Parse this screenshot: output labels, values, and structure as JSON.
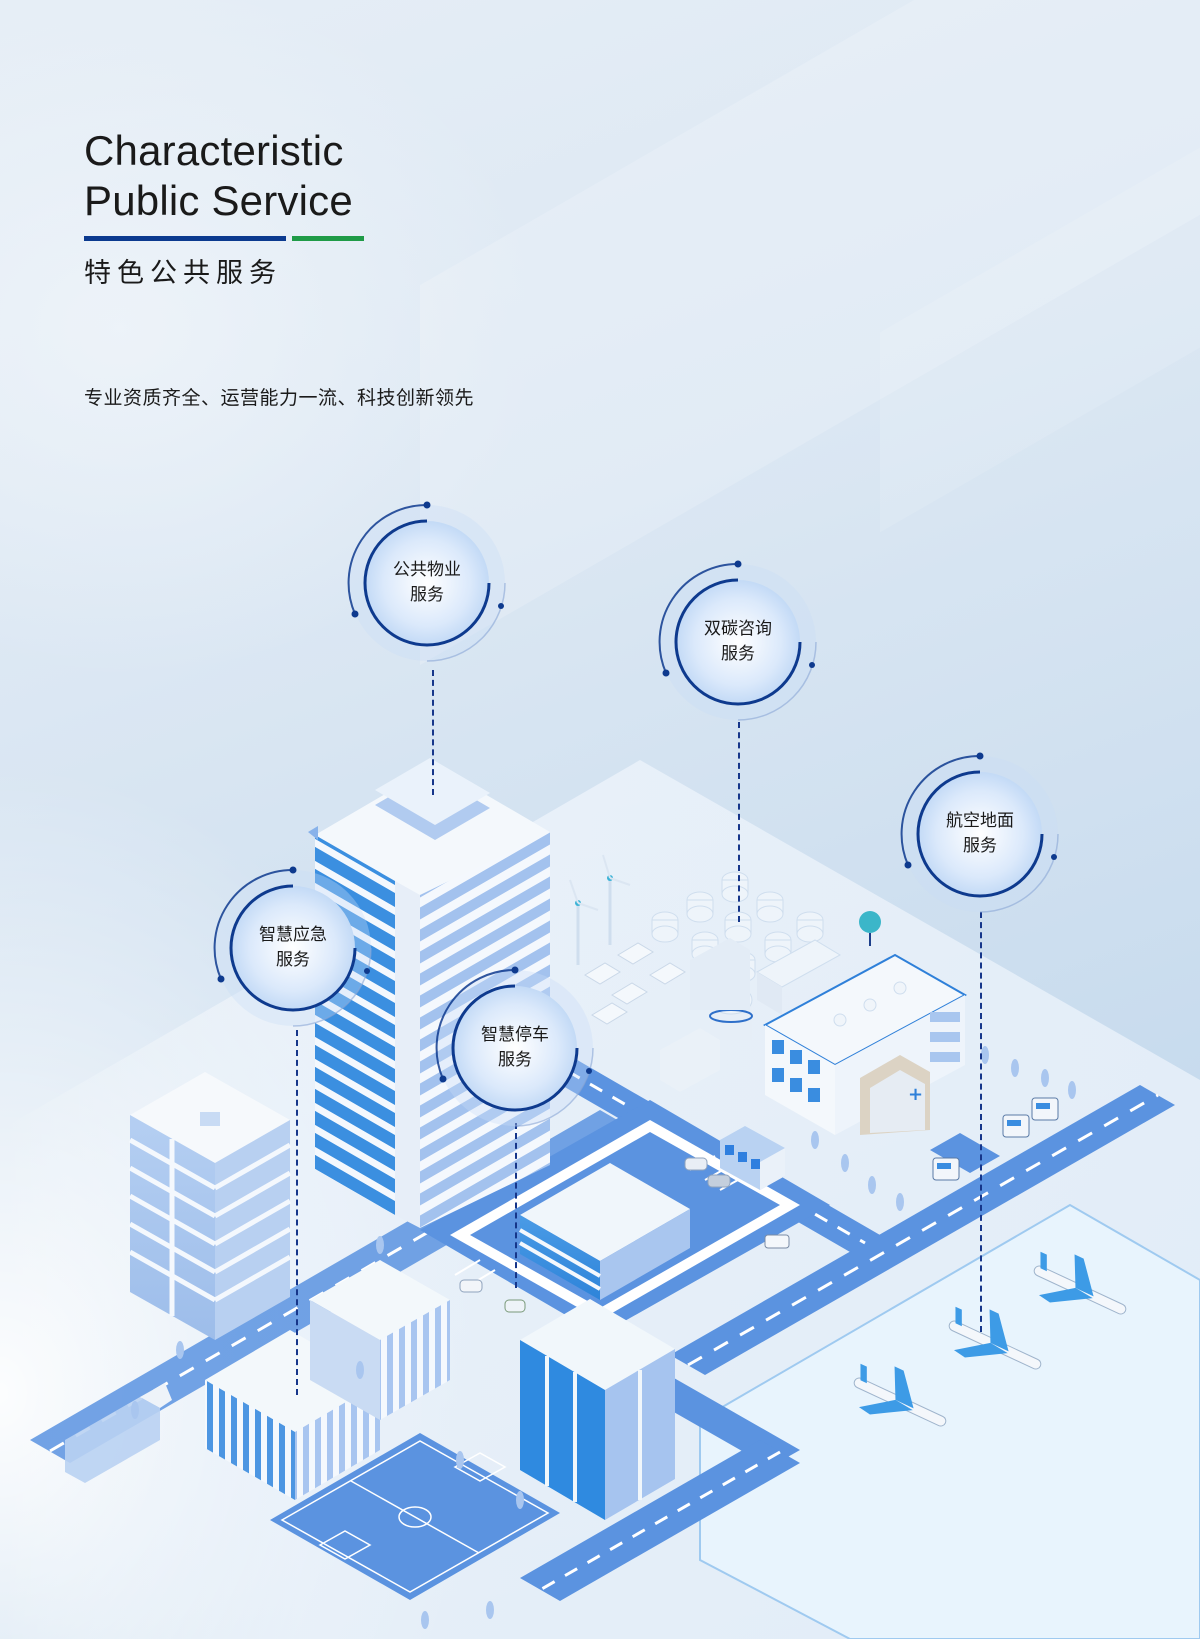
{
  "header": {
    "title_en_line1": "Characteristic",
    "title_en_line2": "Public Service",
    "title_cn": "特色公共服务",
    "accent_colors": {
      "bar_primary": "#0b3a8f",
      "bar_secondary": "#1f9b47"
    }
  },
  "tagline": "专业资质齐全、运营能力一流、科技创新领先",
  "services": [
    {
      "line1": "公共物业",
      "line2": "服务"
    },
    {
      "line1": "双碳咨询",
      "line2": "服务"
    },
    {
      "line1": "航空地面",
      "line2": "服务"
    },
    {
      "line1": "智慧应急",
      "line2": "服务"
    },
    {
      "line1": "智慧停车",
      "line2": "服务"
    }
  ],
  "illustration": {
    "scene": "isometric-smart-city",
    "elements": [
      "office-tower",
      "residential-building",
      "hospital",
      "energy-plant",
      "wind-turbines",
      "solar-panels",
      "parking-lot",
      "bus",
      "ambulances",
      "airport-apron",
      "airplanes",
      "football-field",
      "roads",
      "trees",
      "truck"
    ],
    "palette": {
      "road": "#5b93e0",
      "glass": "#3d8ee0",
      "light_glass": "#a8c6f0",
      "roof": "#f2f7fb",
      "ring": "#0e3a8e"
    }
  }
}
